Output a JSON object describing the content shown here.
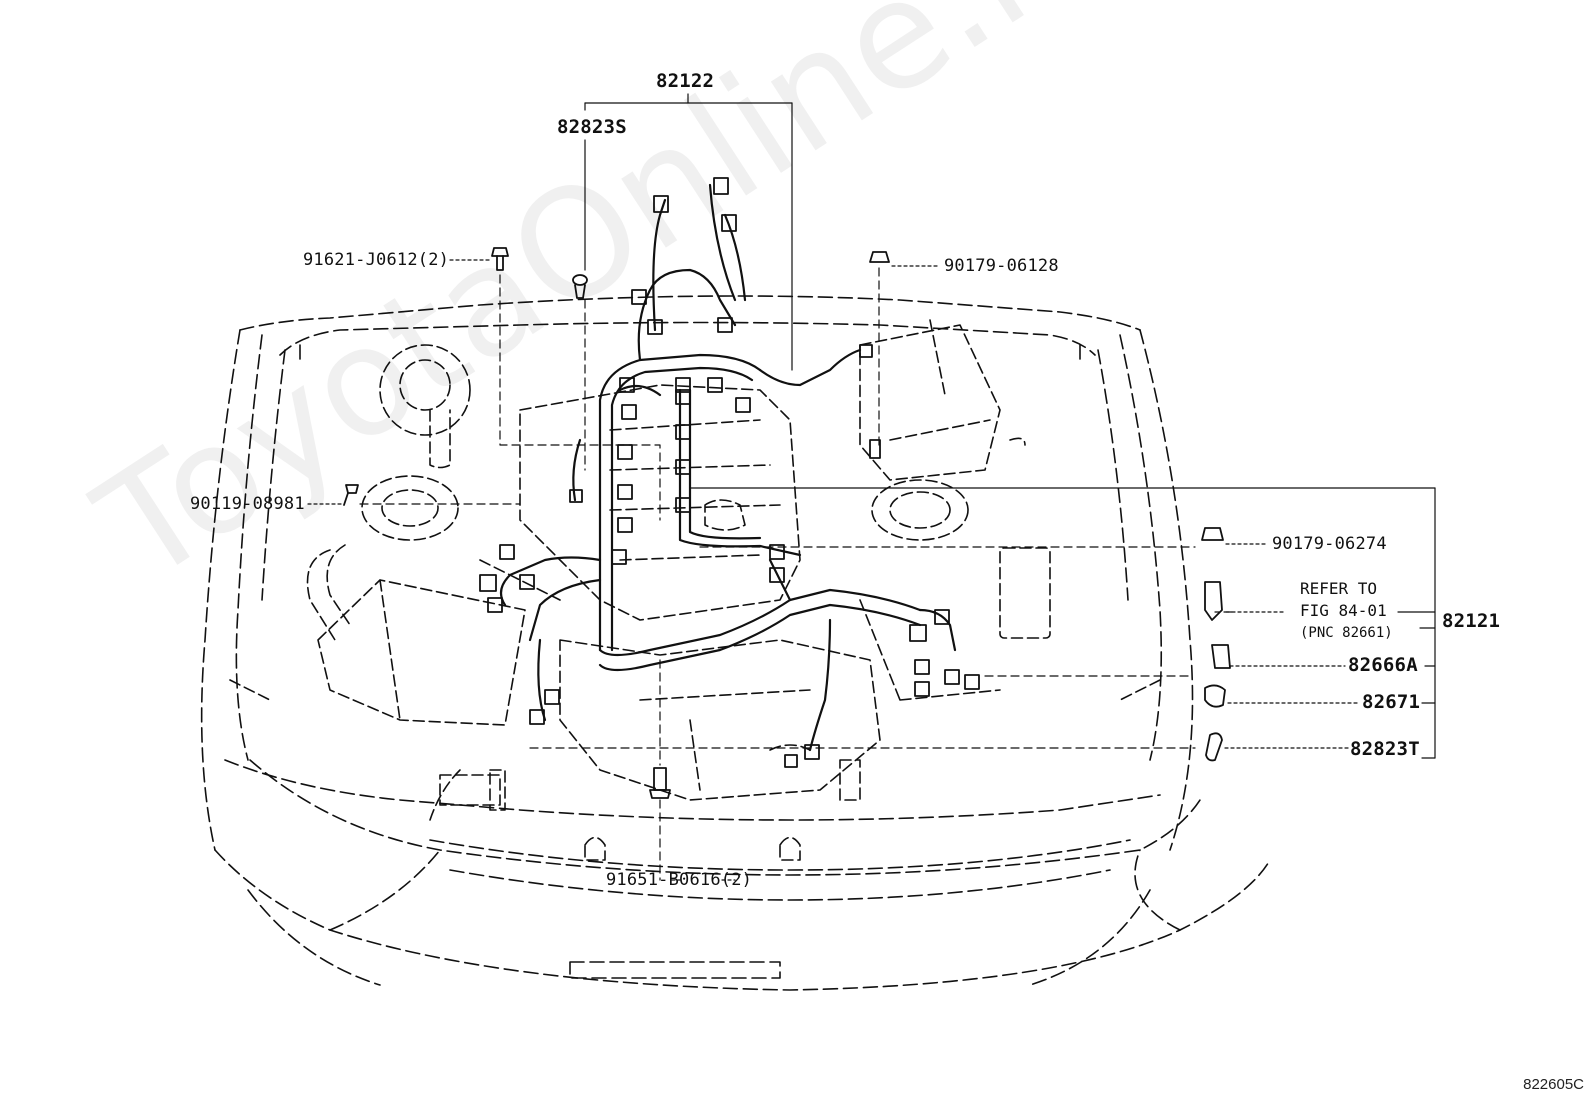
{
  "watermark": "ToyotaOnline.ru",
  "figure_id": "822605C",
  "labels": {
    "p82122": "82122",
    "p82823S": "82823S",
    "p91621": "91621-J0612(2)",
    "p90179_06128": "90179-06128",
    "p90119": "90119-08981",
    "p90179_06274": "90179-06274",
    "refer_line1": "REFER TO",
    "refer_line2": "FIG 84-01",
    "refer_line3": "(PNC 82661)",
    "p82121": "82121",
    "p82666A": "82666A",
    "p82671": "82671",
    "p82823T": "82823T",
    "p91651": "91651-B0616(2)"
  }
}
